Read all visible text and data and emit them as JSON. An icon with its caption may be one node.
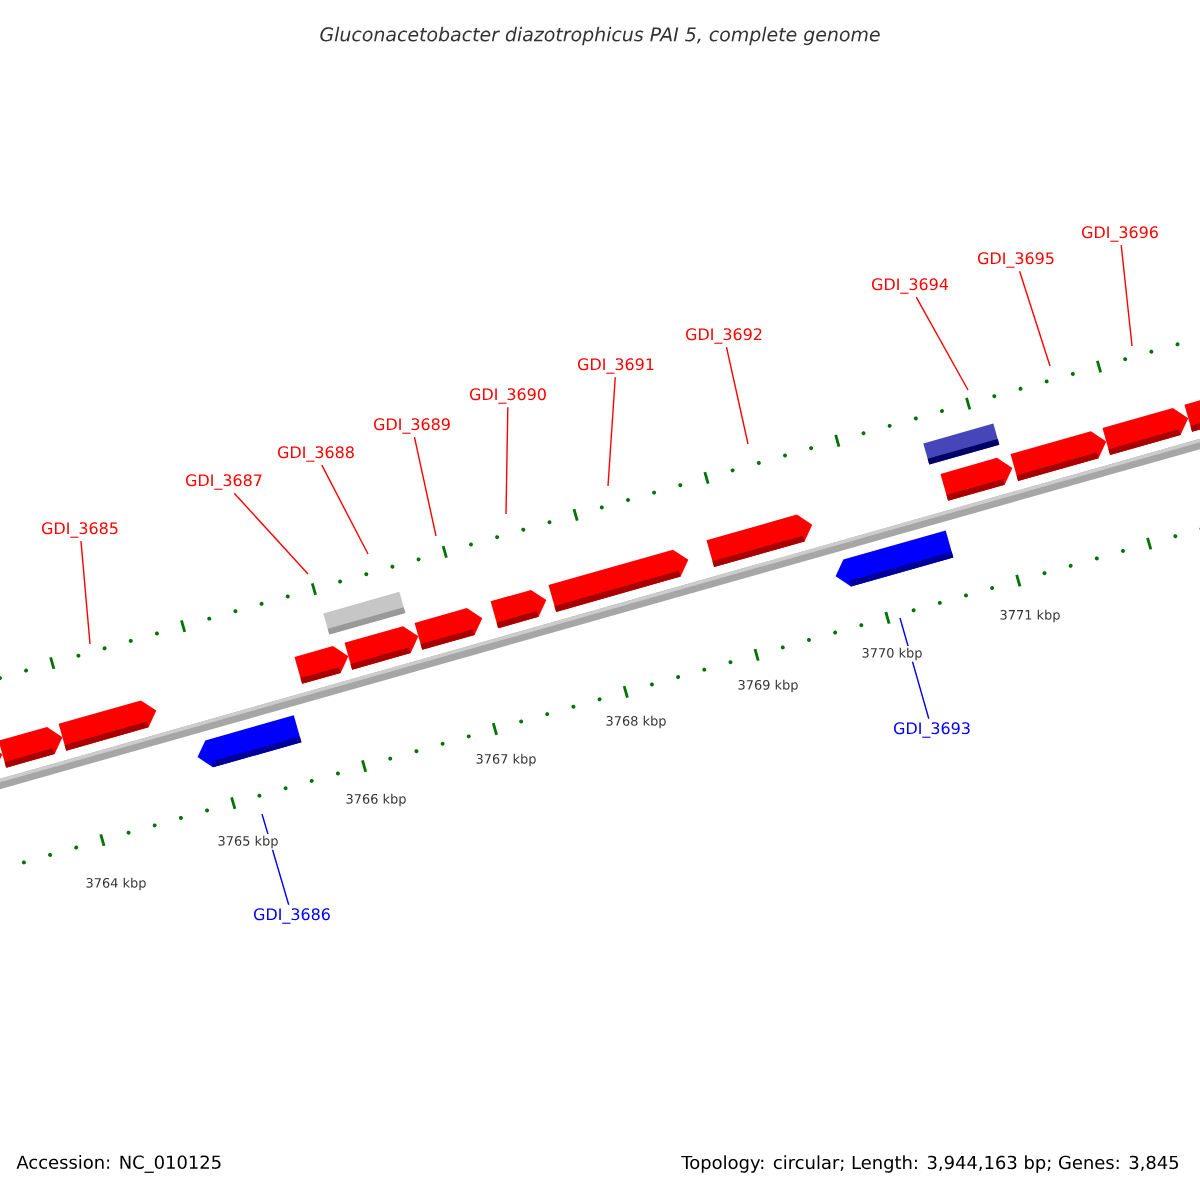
{
  "diagram": {
    "title": "Gluconacetobacter diazotrophicus PAI 5, complete genome",
    "nodes": [
      {
        "text": [
          "GDI_3685"
        ]
      },
      {
        "text": [
          "GDI_3686"
        ]
      },
      {
        "text": [
          "GDI_3687"
        ]
      },
      {
        "text": [
          "GDI_3688"
        ]
      },
      {
        "text": [
          "GDI_3689"
        ]
      },
      {
        "text": [
          "GDI_3690"
        ]
      },
      {
        "text": [
          "GDI_3691"
        ]
      },
      {
        "text": [
          "GDI_3692"
        ]
      },
      {
        "text": [
          "GDI_3693"
        ]
      },
      {
        "text": [
          "GDI_3694"
        ]
      },
      {
        "text": [
          "GDI_3695"
        ]
      },
      {
        "text": [
          "GDI_3696"
        ]
      }
    ],
    "edges": [
      {
        "from": 0,
        "to": null,
        "arrow": "none"
      },
      {
        "from": 1,
        "to": null,
        "arrow": "none",
        "color": "#0000ff"
      },
      {
        "from": 2,
        "to": null,
        "arrow": "none"
      },
      {
        "from": 3,
        "to": null,
        "arrow": "none"
      },
      {
        "from": 4,
        "to": null,
        "arrow": "none"
      },
      {
        "from": 5,
        "to": null,
        "arrow": "none"
      },
      {
        "from": 6,
        "to": null,
        "arrow": "none"
      },
      {
        "from": 7,
        "to": null,
        "arrow": "none"
      },
      {
        "from": 8,
        "to": null,
        "arrow": "none",
        "color": "#0000ff"
      },
      {
        "from": 9,
        "to": null,
        "arrow": "none"
      },
      {
        "from": 10,
        "to": null,
        "arrow": "none"
      },
      {
        "from": 11,
        "to": null,
        "arrow": "none"
      }
    ],
    "labels": [
      "3764 kbp",
      "3765 kbp",
      "3766 kbp",
      "3767 kbp",
      "3768 kbp",
      "3769 kbp",
      "3770 kbp",
      "3771 kbp",
      "Accession: NC_010125",
      "Topology: circular; Length: 3,944,163 bp; Genes: 3,845"
    ]
  }
}
